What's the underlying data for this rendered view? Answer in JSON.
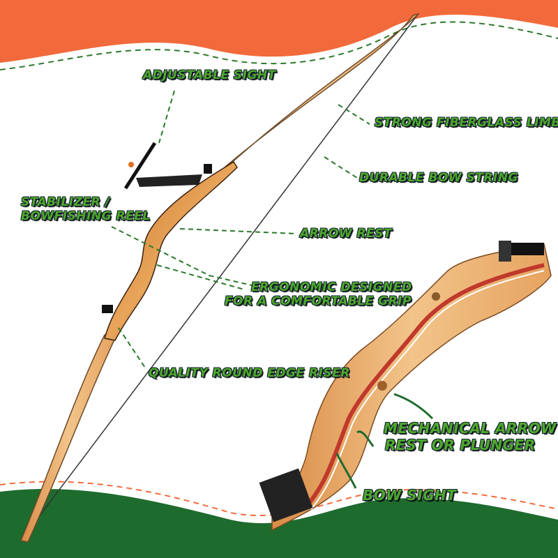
{
  "colors": {
    "top_band": "#f26a3b",
    "bottom_band": "#1e6b2e",
    "label_green": "#4fa82a"
  },
  "labels": {
    "adjustable_sight": "ADJUSTABLE SIGHT",
    "strong_limb": "STRONG FIBERGLASS LIMB",
    "bow_string": "DURABLE BOW STRING",
    "stabilizer_1": "STABILIZER /",
    "stabilizer_2": "BOWFISHING REEL",
    "arrow_rest": "ARROW REST",
    "ergonomic_1": "ERGONOMIC DESIGNED",
    "ergonomic_2": "FOR A COMFORTABLE GRIP",
    "riser": "QUALITY ROUND EDGE RISER",
    "mechanical_1": "MECHANICAL ARROW",
    "mechanical_2": "REST OR PLUNGER",
    "bow_sight": "BOW SIGHT"
  }
}
